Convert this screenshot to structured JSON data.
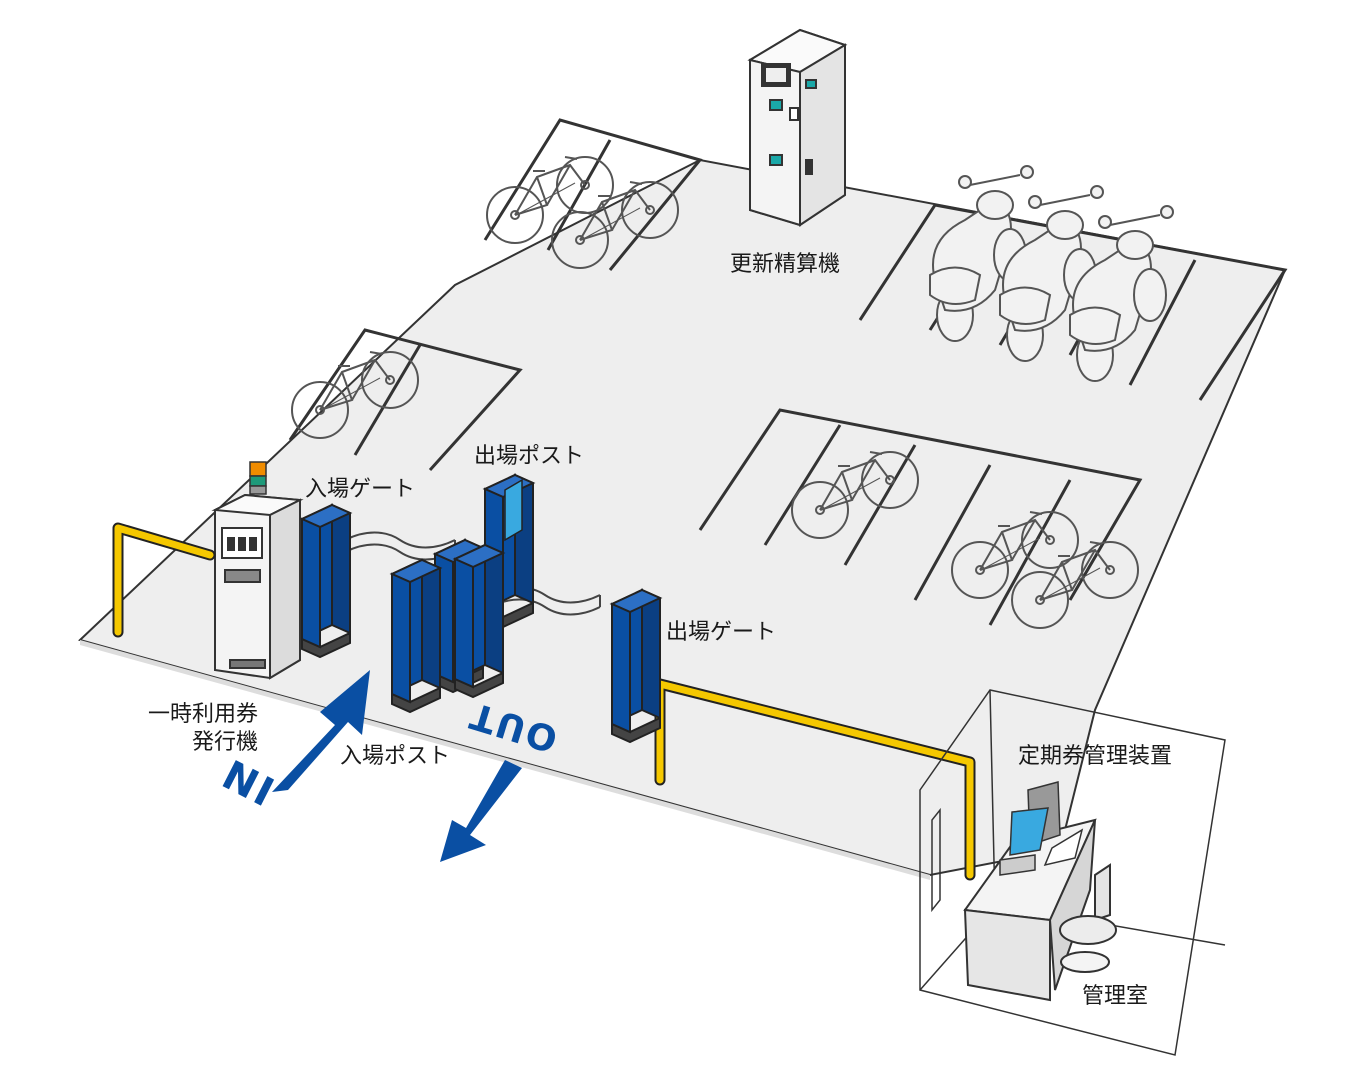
{
  "labels": {
    "renewal_machine": "更新精算機",
    "exit_post_top": "出場ポスト",
    "entry_gate": "入場ゲート",
    "exit_gate": "出場ゲート",
    "temp_ticket_line1": "一時利用券",
    "temp_ticket_line2": "発行機",
    "entry_post": "入場ポスト",
    "pass_manager": "定期券管理装置",
    "office": "管理室"
  },
  "arrows": {
    "in_text": "IN",
    "out_text": "OUT"
  },
  "colors": {
    "floor": "#eeeeee",
    "gate_blue": "#0a4fa3",
    "arrow_blue": "#0a4fa3",
    "rail_yellow": "#f5c800",
    "outline": "#333333",
    "screen": "#39a9e0",
    "teal": "#1aa8a8"
  },
  "icons": [
    "bicycle-icon",
    "scooter-icon",
    "gate-icon",
    "post-icon",
    "kiosk-icon",
    "computer-icon",
    "chair-icon",
    "signal-light-icon"
  ]
}
